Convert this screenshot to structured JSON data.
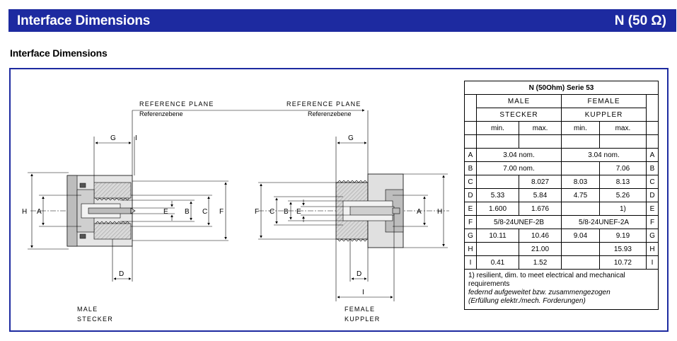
{
  "header": {
    "title": "Interface Dimensions",
    "connector": "N (50 Ω)"
  },
  "section": {
    "title": "Interface Dimensions"
  },
  "drawing": {
    "reference_plane": "REFERENCE PLANE",
    "referenzebene": "Referenzebene",
    "male_line1": "MALE",
    "male_line2": "STECKER",
    "female_line1": "FEMALE",
    "female_line2": "KUPPLER",
    "dim": {
      "A": "A",
      "B": "B",
      "C": "C",
      "D": "D",
      "E": "E",
      "F": "F",
      "G": "G",
      "H": "H",
      "I": "I"
    }
  },
  "table": {
    "caption": "N (50Ohm) Serie 53",
    "male": "MALE",
    "stecker": "STECKER",
    "female": "FEMALE",
    "kuppler": "KUPPLER",
    "min": "min.",
    "max": "max.",
    "rows": [
      {
        "label": "A",
        "male_min": "3.04 nom.",
        "male_max": "",
        "female_min": "3.04 nom.",
        "female_max": ""
      },
      {
        "label": "B",
        "male_min": "7.00 nom.",
        "male_max": "",
        "female_min": "",
        "female_max": "7.06"
      },
      {
        "label": "C",
        "male_min": "",
        "male_max": "8.027",
        "female_min": "8.03",
        "female_max": "8.13"
      },
      {
        "label": "D",
        "male_min": "5.33",
        "male_max": "5.84",
        "female_min": "4.75",
        "female_max": "5.26"
      },
      {
        "label": "E",
        "male_min": "1.600",
        "male_max": "1.676",
        "female_min": "",
        "female_max": "1)"
      },
      {
        "label": "F",
        "male_min": "5/8-24UNEF-2B",
        "male_max": "",
        "female_min": "5/8-24UNEF-2A",
        "female_max": ""
      },
      {
        "label": "G",
        "male_min": "10.11",
        "male_max": "10.46",
        "female_min": "9.04",
        "female_max": "9.19"
      },
      {
        "label": "H",
        "male_min": "",
        "male_max": "21.00",
        "female_min": "",
        "female_max": "15.93"
      },
      {
        "label": "I",
        "male_min": "0.41",
        "male_max": "1.52",
        "female_min": "",
        "female_max": "10.72"
      }
    ],
    "note_line1": "1) resilient, dim. to meet electrical and mechanical requirements",
    "note_line2": "federnd aufgeweitet bzw. zusammengezogen",
    "note_line3": "(Erfüllung elektr./mech. Forderungen)"
  }
}
